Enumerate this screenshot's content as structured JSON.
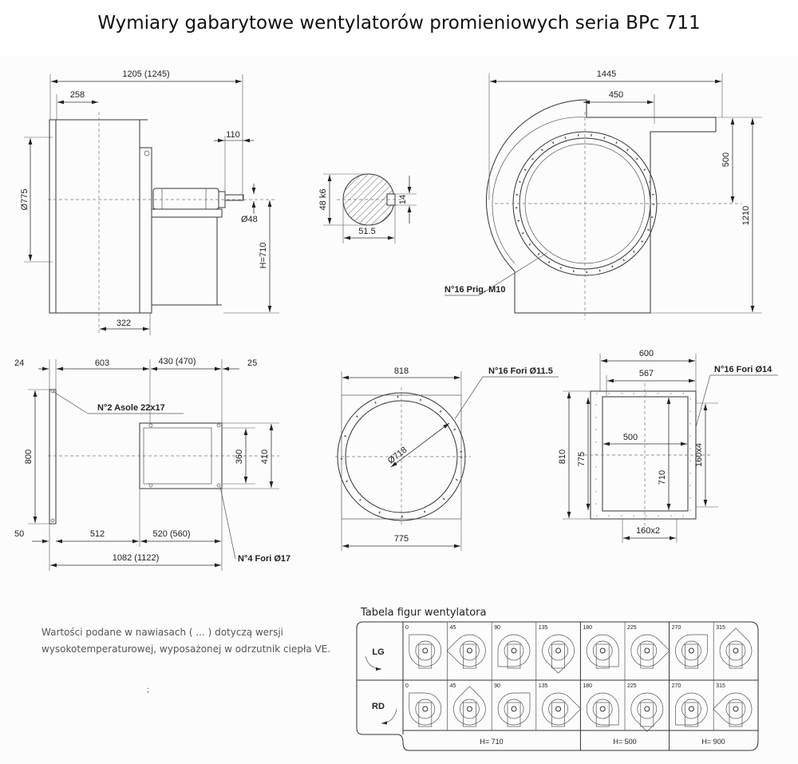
{
  "title": "Wymiary gabarytowe wentylatorów promieniowych seria BPc 711",
  "side_view": {
    "overall": "1205 (1245)",
    "d258": "258",
    "d110": "110",
    "d775": "Ø775",
    "d48": "Ø48",
    "h": "H=710",
    "d322": "322"
  },
  "shaft": {
    "d48": "48 k6",
    "d14": "14",
    "d515": "51.5"
  },
  "front_view": {
    "d1445": "1445",
    "d450": "450",
    "d500": "500",
    "d1210": "1210",
    "bolts": "N°16 Prig. M10"
  },
  "outlet_side": {
    "d24": "24",
    "d603": "603",
    "d430": "430 (470)",
    "d25": "25",
    "slots": "N°2 Asole 22x17",
    "d800": "800",
    "d360": "360",
    "d410": "410",
    "d50": "50",
    "d512": "512",
    "d520": "520 (560)",
    "d1082": "1082 (1122)",
    "holes": "N°4 Fori Ø17"
  },
  "inlet_flange": {
    "d818": "818",
    "holes": "N°16 Fori Ø11.5",
    "d718": "Ø718",
    "d775": "775"
  },
  "outlet_flange": {
    "d600": "600",
    "d567": "567",
    "holes": "N°16 Fori Ø14",
    "d500": "500",
    "d810": "810",
    "d775": "775",
    "d710": "710",
    "d160x4": "160x4",
    "d160x2": "160x2"
  },
  "note": {
    "line1": "Wartości podane w nawiasach ( ... ) dotyczą wersji",
    "line2": "wysokotemperaturowej, wyposażonej w odrzutnik ciepła VE.",
    "mark": ";"
  },
  "table": {
    "title": "Tabela figur wentylatora",
    "rows": [
      {
        "label": "LG"
      },
      {
        "label": "RD"
      }
    ],
    "angles": [
      "0",
      "45",
      "90",
      "135",
      "180",
      "225",
      "270",
      "315"
    ],
    "heights": [
      "H= 710",
      "H= 500",
      "H= 900"
    ]
  }
}
